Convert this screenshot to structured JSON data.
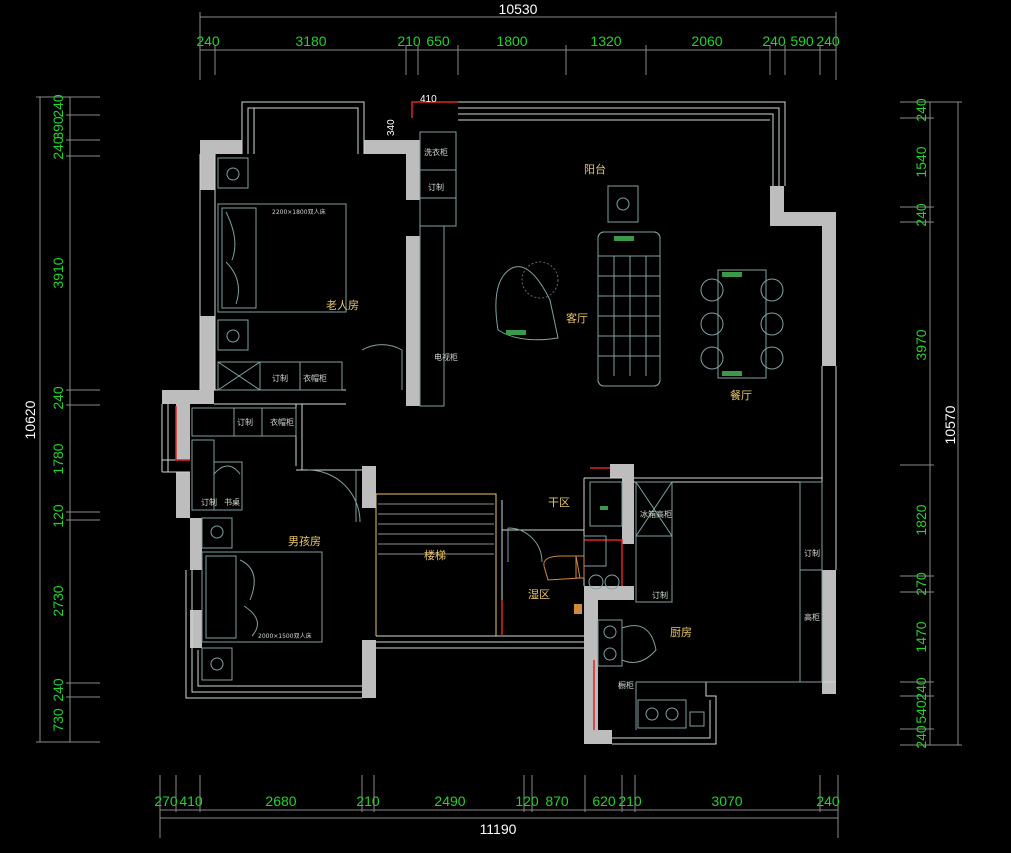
{
  "dimensions": {
    "top_total": "10530",
    "top": [
      "240",
      "3180",
      "210",
      "650",
      "1800",
      "1320",
      "2060",
      "240",
      "590",
      "240"
    ],
    "bottom_total": "11190",
    "bottom": [
      "270",
      "410",
      "2680",
      "210",
      "2490",
      "120",
      "870",
      "620",
      "210",
      "3070",
      "240"
    ],
    "left_total": "10620",
    "left": [
      "240",
      "390",
      "240",
      "3910",
      "240",
      "1780",
      "120",
      "2730",
      "240",
      "730"
    ],
    "right_total": "10570",
    "right": [
      "240",
      "1540",
      "240",
      "3970",
      "1820",
      "270",
      "1470",
      "240",
      "540",
      "240"
    ],
    "small_410": "410",
    "small_340": "340"
  },
  "rooms": {
    "balcony": "阳台",
    "living": "客厅",
    "dining": "餐厅",
    "elder_room": "老人房",
    "boy_room": "男孩房",
    "stairs": "楼梯",
    "dry_zone": "干区",
    "wet_zone": "湿区",
    "kitchen": "厨房"
  },
  "furniture": {
    "washer": "洗衣柜",
    "custom": "订制",
    "tv_cabinet": "电视柜",
    "wardrobe": "衣帽柜",
    "desk": "书桌",
    "fridge": "冰箱高柜",
    "cabinet": "橱柜",
    "tall_cabinet": "高柜",
    "bed_elder": "2200×1800双人床",
    "bed_boy": "2000×1500双人床"
  }
}
